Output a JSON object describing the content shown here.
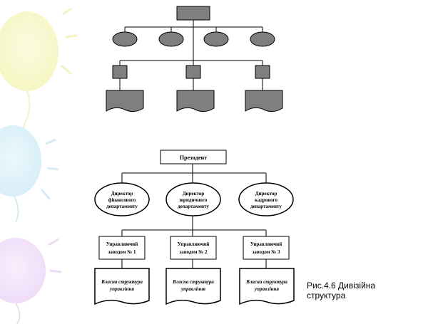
{
  "org_chart": {
    "president": "Президент",
    "directors": [
      {
        "lines": [
          "Директор",
          "фінансового",
          "департаменту"
        ]
      },
      {
        "lines": [
          "Директор",
          "юридичного",
          "департаменту"
        ]
      },
      {
        "lines": [
          "Директор",
          "кадрового",
          "департаменту"
        ]
      }
    ],
    "plant_managers": [
      {
        "lines": [
          "Управляючий",
          "заводом № 1"
        ]
      },
      {
        "lines": [
          "Управляючий",
          "заводом № 2"
        ]
      },
      {
        "lines": [
          "Управляючий",
          "заводом № 3"
        ]
      }
    ],
    "own_structures": [
      {
        "lines": [
          "Власна структура",
          "управління"
        ]
      },
      {
        "lines": [
          "Власна структура",
          "управління"
        ]
      },
      {
        "lines": [
          "Власна структура",
          "управління"
        ]
      }
    ]
  },
  "caption": {
    "line1": "Рис.4.6 Дивізійна",
    "line2": "структура"
  },
  "colors": {
    "schematic_fill": "#7f7f7f",
    "stroke": "#000000",
    "background": "#ffffff"
  }
}
